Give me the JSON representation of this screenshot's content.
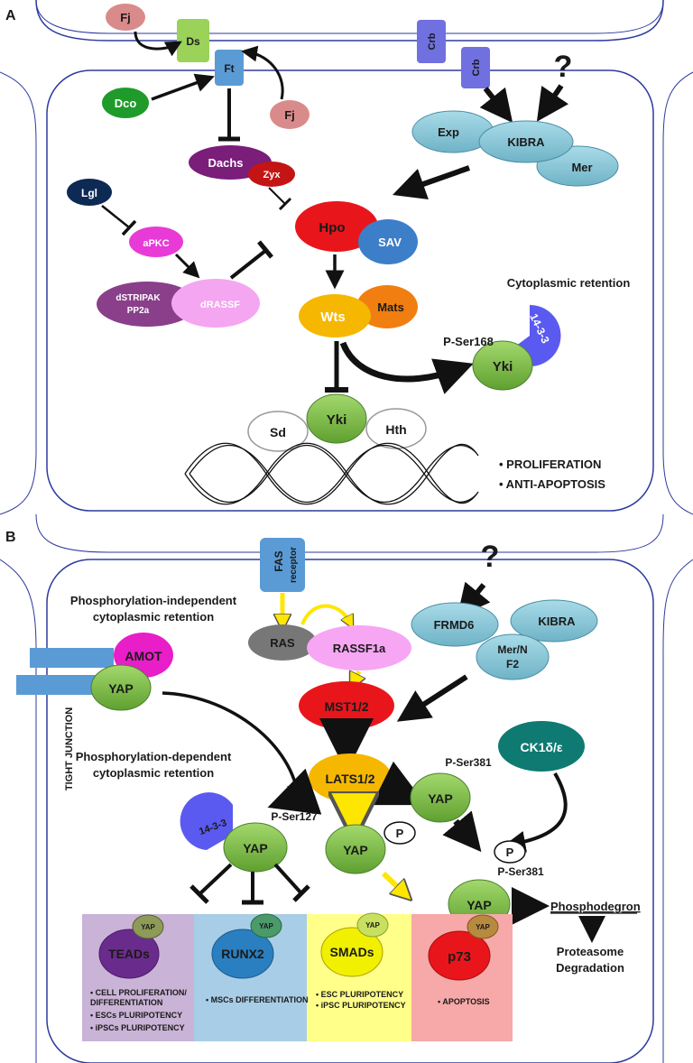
{
  "panel_a": {
    "label": "A",
    "nodes": {
      "fj1": "Fj",
      "ds": "Ds",
      "ft": "Ft",
      "dco": "Dco",
      "fj2": "Fj",
      "crb1": "Crb",
      "crb2": "Crb",
      "question": "?",
      "exp": "Exp",
      "kibra": "KIBRA",
      "mer": "Mer",
      "dachs": "Dachs",
      "zyx": "Zyx",
      "lgl": "Lgl",
      "apkc": "aPKC",
      "dstripak_line1": "dSTRIPAK",
      "dstripak_line2": "PP2a",
      "drassf": "dRASSF",
      "hpo": "Hpo",
      "sav": "SAV",
      "wts": "Wts",
      "mats": "Mats",
      "sd": "Sd",
      "yki": "Yki",
      "hth": "Hth",
      "yki_p": "Yki",
      "p1433": "14-3-3"
    },
    "texts": {
      "cyto_retention": "Cytoplasmic retention",
      "pser168": "P-Ser168",
      "proliferation": "• PROLIFERATION",
      "anti_apoptosis": "• ANTI-APOPTOSIS"
    }
  },
  "panel_b": {
    "label": "B",
    "nodes": {
      "fas_line1": "FAS",
      "fas_line2": "receptor",
      "question": "?",
      "ras": "RAS",
      "rassf1a": "RASSF1a",
      "frmd6": "FRMD6",
      "kibra": "KIBRA",
      "merf2_line1": "Mer/N",
      "merf2_line2": "F2",
      "amot": "AMOT",
      "yap_tj": "YAP",
      "mst": "MST1/2",
      "lats": "LATS1/2",
      "ck1": "CK1δ/ε",
      "yap381a": "YAP",
      "p1433": "14-3-3",
      "yap127": "YAP",
      "yap_p": "YAP",
      "p_badge1": "P",
      "p_badge2": "P",
      "yap381b": "YAP",
      "teads": "TEADs",
      "runx2": "RUNX2",
      "smads": "SMADs",
      "p73": "p73",
      "yap_small": "YAP"
    },
    "texts": {
      "phos_ind_1": "Phosphorylation-independent",
      "phos_ind_2": "cytoplasmic retention",
      "phos_dep_1": "Phosphorylation-dependent",
      "phos_dep_2": "cytoplasmic retention",
      "tight_junction": "TIGHT JUNCTION",
      "pser381a": "P-Ser381",
      "pser127": "P-Ser127",
      "pser381b": "P-Ser381",
      "phosphodegron": "Phosphodegron",
      "proteasome": "Proteasome",
      "degradation": "Degradation"
    },
    "boxes": {
      "teads": [
        "• CELL PROLIFERATION/",
        "  DIFFERENTIATION",
        "• ESCs PLURIPOTENCY",
        "• iPSCs PLURIPOTENCY"
      ],
      "runx2": [
        "• MSCs DIFFERENTIATION"
      ],
      "smads": [
        "• ESC PLURIPOTENCY",
        "• iPSC PLURIPOTENCY"
      ],
      "p73": [
        "• APOPTOSIS"
      ]
    }
  },
  "colors": {
    "membrane": "#2e3a9e",
    "green": "#7ab648",
    "lightblue": "#8ec8d8",
    "red": "#e8161b",
    "orange": "#f0a800",
    "purple_box": "#c9b3d6",
    "blue_box": "#a8cde6",
    "yellow_box": "#ffff8a",
    "pink_box": "#f7a8a8"
  }
}
